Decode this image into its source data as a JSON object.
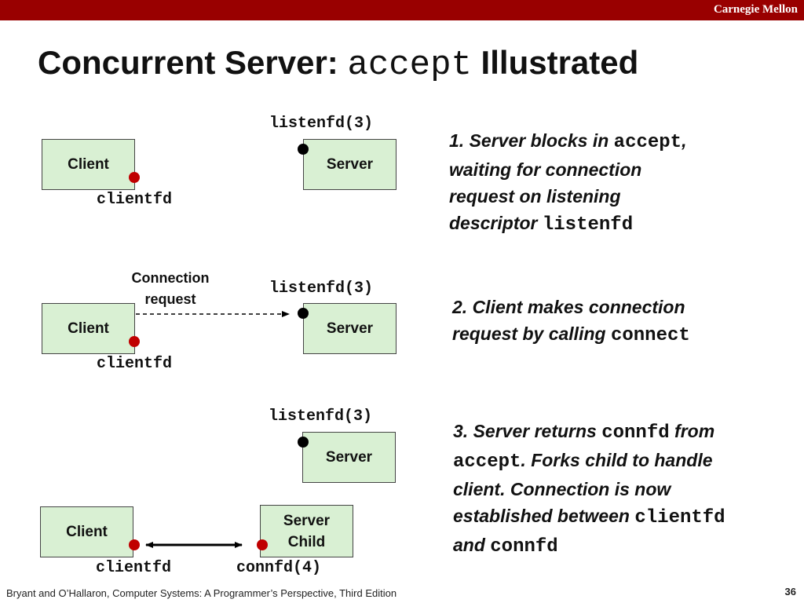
{
  "header": {
    "brand": "Carnegie Mellon",
    "accent_color": "#990000"
  },
  "title": {
    "prefix": "Concurrent Server: ",
    "code": "accept",
    "suffix": " Illustrated"
  },
  "box_color": "#d9f0d3",
  "descriptor_color": "#c00000",
  "listen_color": "#000000",
  "step1": {
    "client": "Client",
    "server": "Server",
    "clientfd": "clientfd",
    "listenfd": "listenfd(3)",
    "text": {
      "a": "1. Server blocks in ",
      "a_code": "accept",
      "b": ",",
      "c": "waiting for connection",
      "d": "request on listening",
      "e": "descriptor ",
      "e_code": "listenfd"
    }
  },
  "step2": {
    "client": "Client",
    "server": "Server",
    "clientfd": "clientfd",
    "listenfd": "listenfd(3)",
    "connection_label_1": "Connection",
    "connection_label_2": "request",
    "text": {
      "a": "2. Client makes connection",
      "b": "request by calling ",
      "b_code": "connect"
    }
  },
  "step3": {
    "client": "Client",
    "server": "Server",
    "server_child_1": "Server",
    "server_child_2": "Child",
    "clientfd": "clientfd",
    "listenfd": "listenfd(3)",
    "connfd": "connfd(4)",
    "text": {
      "a": "3. Server returns ",
      "a_code": "connfd",
      "a2": " from",
      "b_code": "accept",
      "b": ". Forks child to handle",
      "c": "client.  Connection is now",
      "d": "established between ",
      "d_code": "clientfd",
      "e": "and ",
      "e_code": "connfd"
    }
  },
  "footer": {
    "citation": "Bryant and O’Hallaron, Computer Systems: A Programmer’s Perspective, Third Edition",
    "page": "36"
  }
}
